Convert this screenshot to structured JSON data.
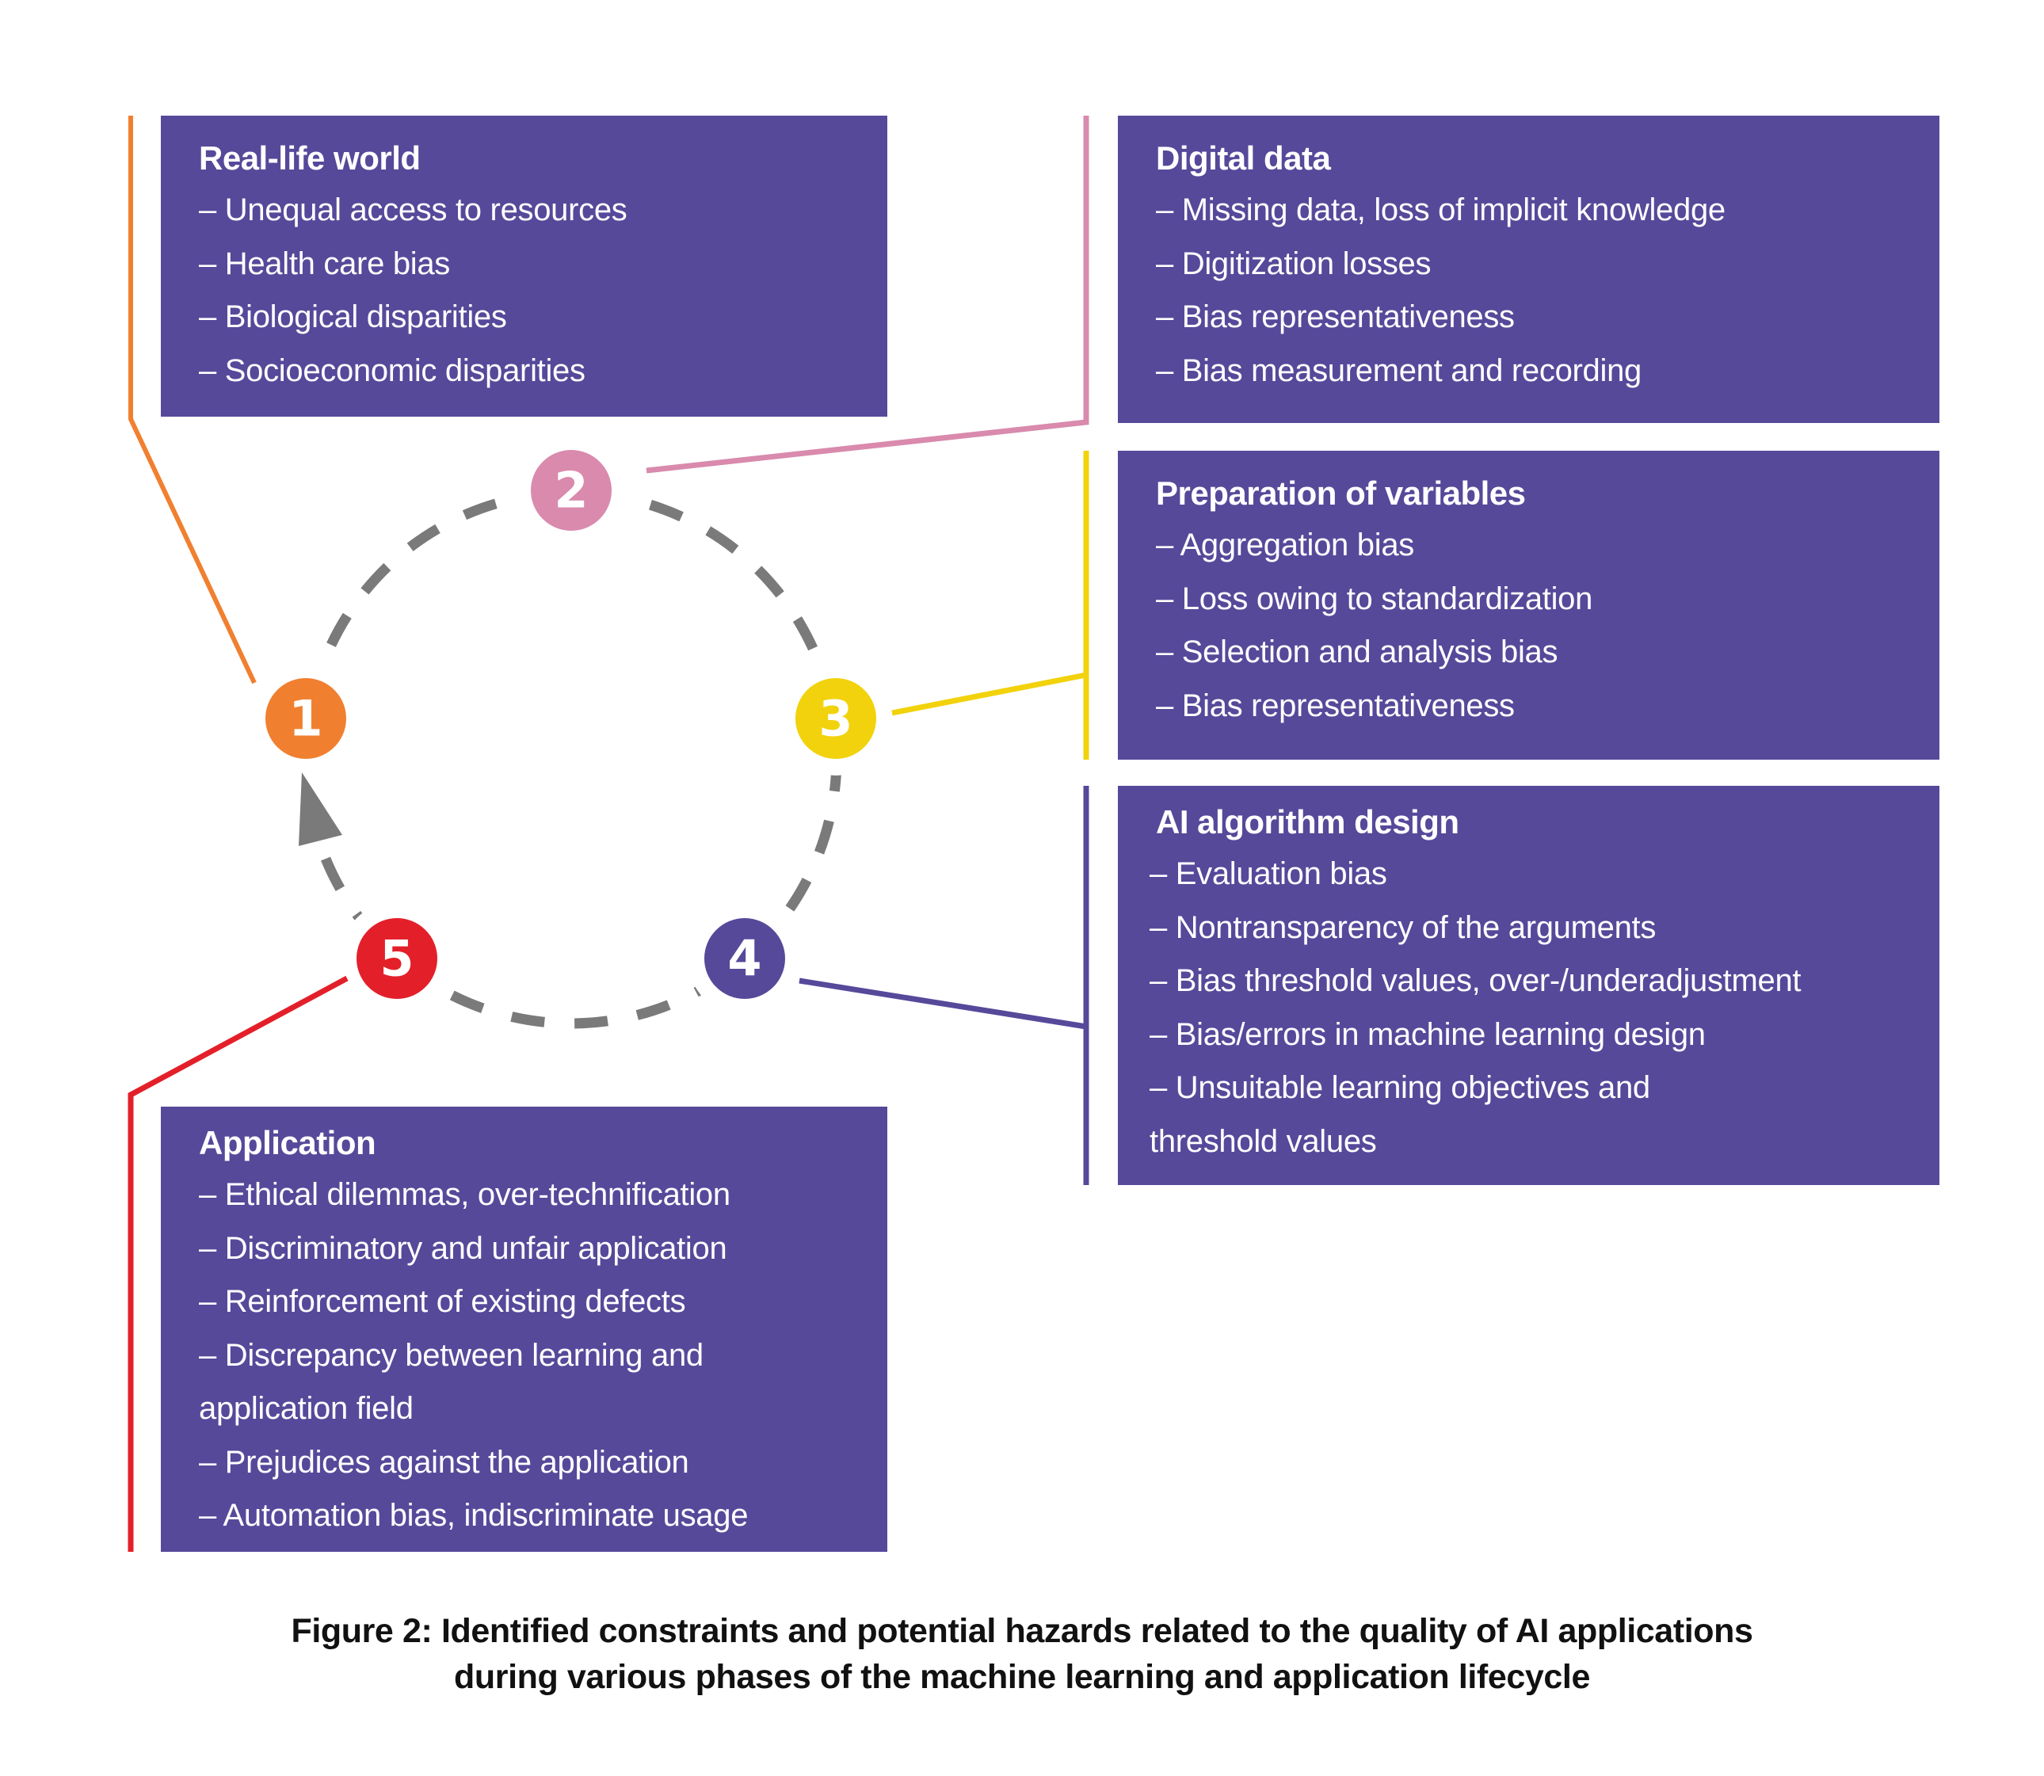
{
  "phases": [
    {
      "number": "1",
      "color": "#f08030",
      "title": "Real-life world",
      "items": [
        "– Unequal access to resources",
        "– Health care bias",
        "– Biological disparities",
        "– Socioeconomic disparities"
      ]
    },
    {
      "number": "2",
      "color": "#d98aad",
      "title": "Digital data",
      "items": [
        "– Missing data, loss of implicit knowledge",
        "– Digitization losses",
        "– Bias representativeness",
        "– Bias measurement and recording"
      ]
    },
    {
      "number": "3",
      "color": "#f2d20c",
      "title": "Preparation of variables",
      "items": [
        "– Aggregation bias",
        "– Loss owing to standardization",
        "– Selection and analysis bias",
        "– Bias representativeness"
      ]
    },
    {
      "number": "4",
      "color": "#56499a",
      "title": "AI algorithm design",
      "items": [
        "– Evaluation bias",
        "– Nontransparency of the arguments",
        "– Bias threshold values, over-/underadjustment",
        "– Bias/errors in machine learning design",
        "– Unsuitable learning objectives and threshold values"
      ]
    },
    {
      "number": "5",
      "color": "#e3202a",
      "title": "Application",
      "items": [
        "– Ethical dilemmas, over-technification",
        "– Discriminatory and unfair application",
        "– Reinforcement of existing defects",
        "– Discrepancy between learning and application field",
        "– Prejudices against the application",
        "– Automation bias, indiscriminate usage"
      ]
    }
  ],
  "colors": {
    "box_fill": "#56499a",
    "cycle_dash": "#7a7a7a"
  },
  "caption": {
    "line1": "Figure 2: Identified constraints and potential hazards related to the quality of AI applications",
    "line2": "during various phases of the machine learning and application lifecycle"
  }
}
